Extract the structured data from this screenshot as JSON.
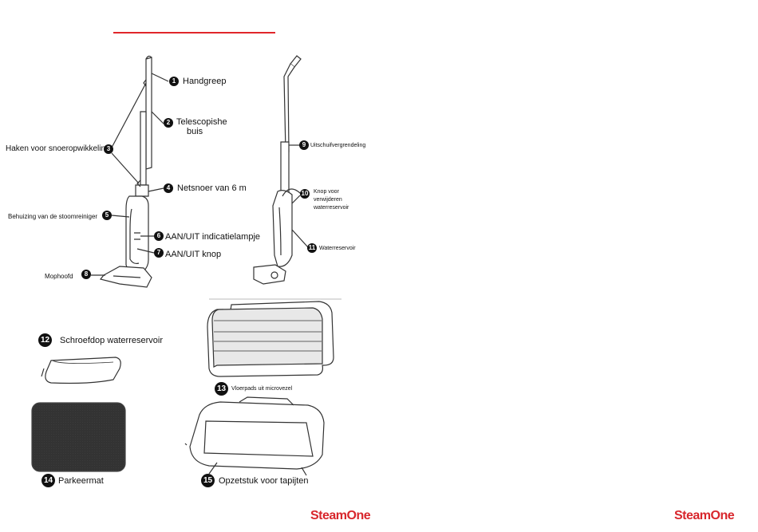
{
  "parts": {
    "p1": {
      "num": "1",
      "label": "Handgreep"
    },
    "p2": {
      "num": "2",
      "label_line1": "Telescopishe",
      "label_line2": "buis"
    },
    "p3": {
      "num": "3",
      "label": "Haken voor snoeropwikkeling"
    },
    "p4": {
      "num": "4",
      "label": "Netsnoer van 6 m"
    },
    "p5": {
      "num": "5",
      "label": "Behuizing van de stoomreiniger"
    },
    "p6": {
      "num": "6",
      "label": "AAN/UIT indicatielampje"
    },
    "p7": {
      "num": "7",
      "label": "AAN/UIT knop"
    },
    "p8": {
      "num": "8",
      "label": "Mophoofd"
    },
    "p9": {
      "num": "9",
      "label": "Uitschuifvergrendeling"
    },
    "p10": {
      "num": "10",
      "label_line1": "Knop voor",
      "label_line2": "verwijderen",
      "label_line3": "waterreservoir"
    },
    "p11": {
      "num": "11",
      "label": "Waterreservoir"
    },
    "p12": {
      "num": "12",
      "label": "Schroefdop waterreservoir"
    },
    "p13": {
      "num": "13",
      "label": "Vloerpads uit microvezel"
    },
    "p14": {
      "num": "14",
      "label": "Parkeermat"
    },
    "p15": {
      "num": "15",
      "label": "Opzetstuk voor tapijten"
    }
  },
  "footer": {
    "brand_left": "SteamOne",
    "brand_right": "SteamOne"
  },
  "colors": {
    "accent_red": "#e0262b",
    "brand_red": "#d8262c"
  }
}
